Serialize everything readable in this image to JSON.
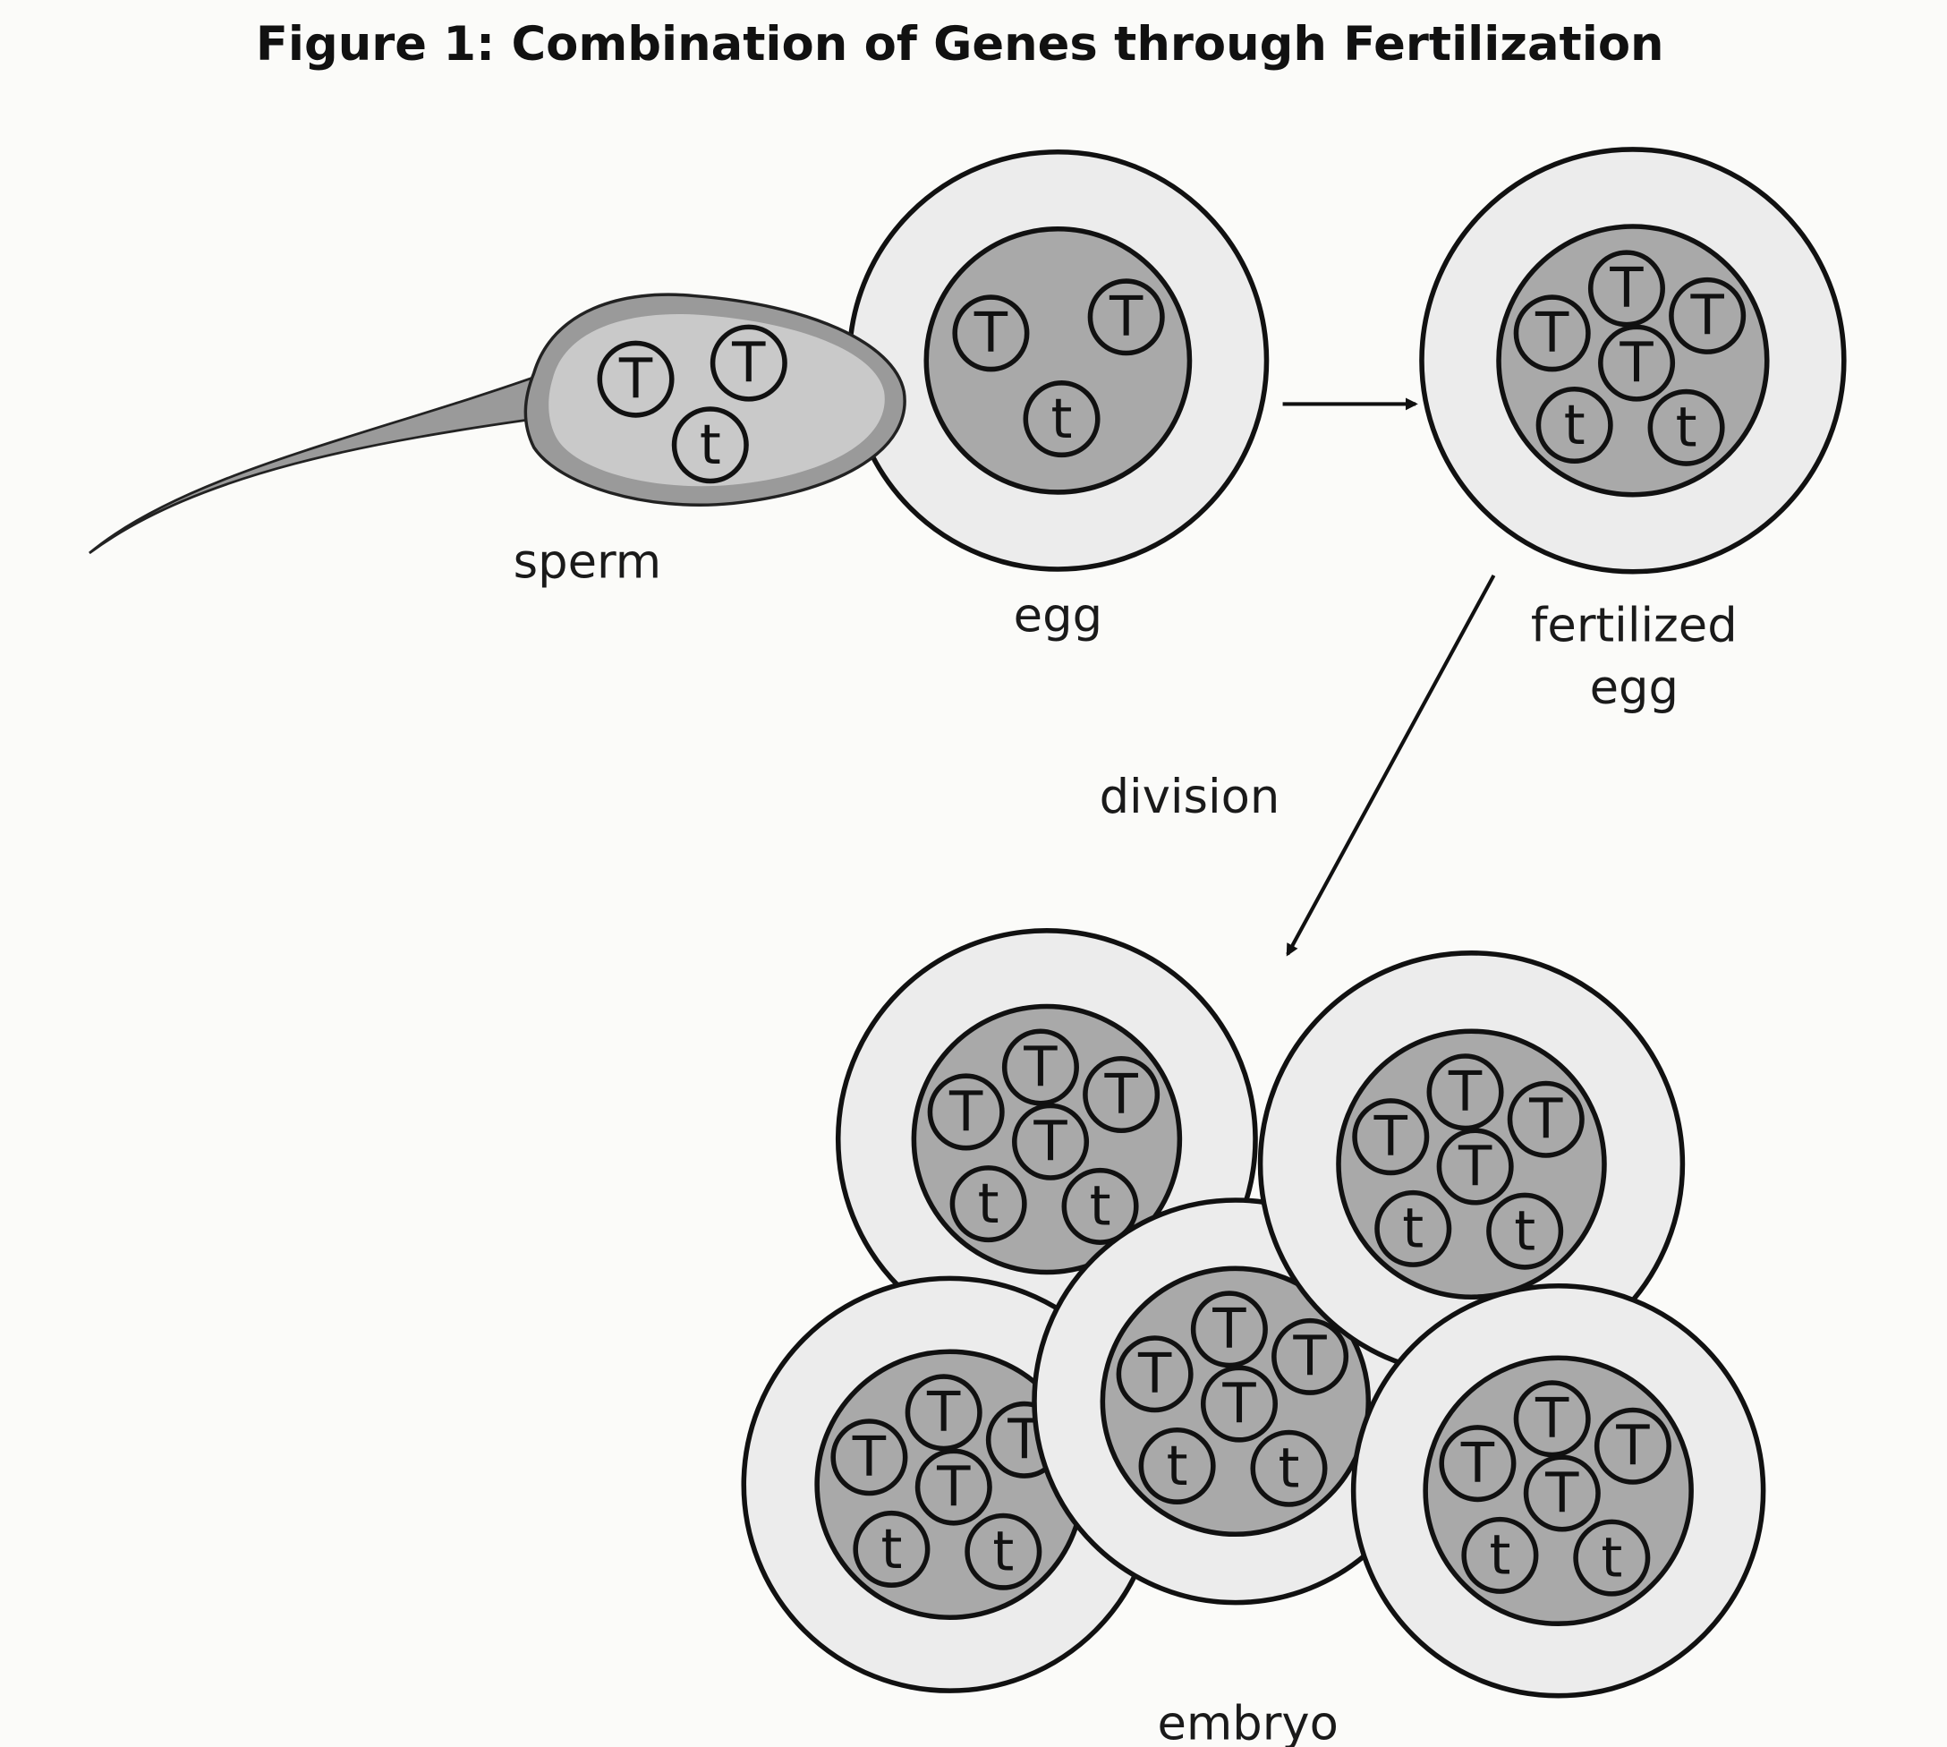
{
  "title": "Figure 1: Combination of Genes through Fertilization",
  "labels": {
    "sperm": "sperm",
    "egg": "egg",
    "fertilized_line1": "fertilized",
    "fertilized_line2": "egg",
    "division": "division",
    "embryo": "embryo"
  },
  "sperm_genes": [
    "T",
    "T",
    "t"
  ],
  "egg_genes": [
    "T",
    "T",
    "t"
  ],
  "fertilized_egg_genes": [
    "T",
    "T",
    "T",
    "T",
    "t",
    "t"
  ],
  "embryo_cells": [
    {
      "genes": [
        "T",
        "T",
        "T",
        "T",
        "t",
        "t"
      ]
    },
    {
      "genes": [
        "T",
        "T",
        "T",
        "T",
        "t",
        "t"
      ]
    },
    {
      "genes": [
        "T",
        "T",
        "T",
        "T",
        "t",
        "t"
      ]
    },
    {
      "genes": [
        "T",
        "T",
        "T",
        "T",
        "t",
        "t"
      ]
    },
    {
      "genes": [
        "T",
        "T",
        "T",
        "T",
        "t",
        "t"
      ]
    }
  ],
  "colors": {
    "background": "#fbfbf9",
    "cell_outer": "#ececec",
    "nucleus": "#a9a9a9",
    "sperm_rim": "#9a9a9a",
    "sperm_head": "#c9c9c9",
    "outline": "#111111"
  }
}
